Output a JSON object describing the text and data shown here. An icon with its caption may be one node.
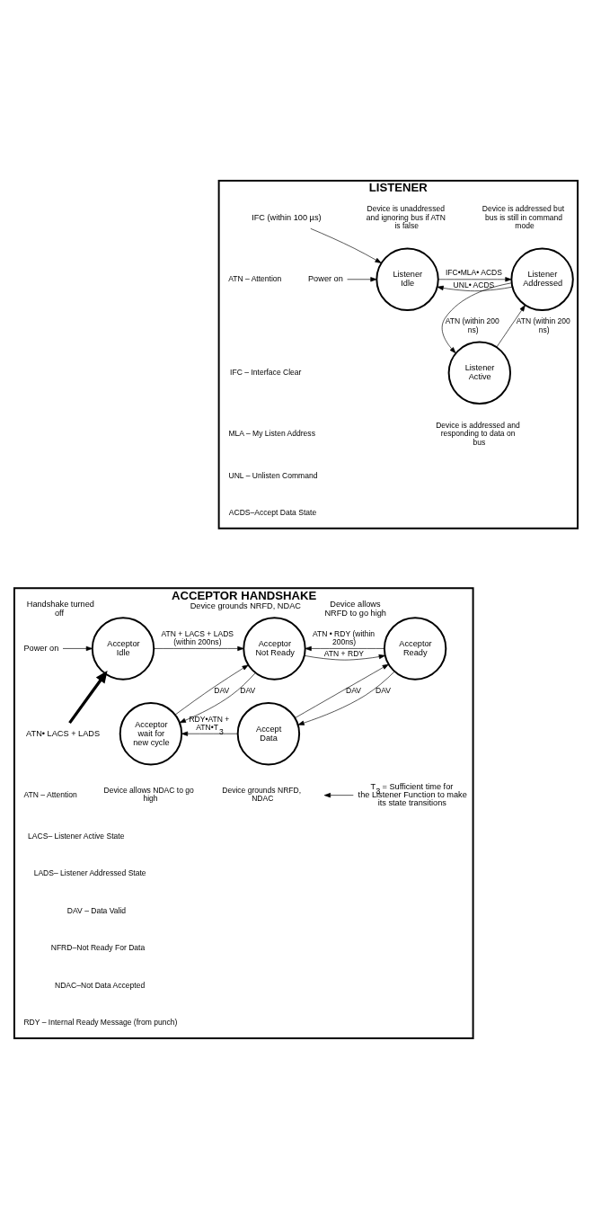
{
  "diagram": {
    "nodes": [
      {
        "text": [
          "LISTENER"
        ]
      },
      {
        "text": [
          "Listener Idle"
        ],
        "in": 0,
        "beside": [
          "Device is unaddressed and ignoring bus if ATN is false"
        ]
      },
      {
        "text": [
          "Listener Addressed"
        ],
        "in": 0,
        "beside": [
          "Device is addressed but bus is still in command mode"
        ]
      },
      {
        "text": [
          "Listener Active"
        ],
        "in": 0,
        "beside": [
          "Device is addressed and responding to data on bus"
        ]
      },
      {
        "text": [
          "Power on"
        ],
        "in": 0
      },
      {
        "text": [
          "IFC (within 100 µs)"
        ],
        "in": 0
      },
      {
        "text": [
          "ACCEPTOR HANDSHAKE",
          "Device grounds NRFD, NDAC"
        ]
      },
      {
        "text": [
          "Acceptor Idle"
        ],
        "in": 6,
        "beside": [
          "Handshake turned off"
        ]
      },
      {
        "text": [
          "Acceptor Not Ready"
        ],
        "in": 6
      },
      {
        "text": [
          "Acceptor Ready"
        ],
        "in": 6,
        "beside": [
          "Device allows NRFD to go high"
        ]
      },
      {
        "text": [
          "Acceptor wait for new cycle"
        ],
        "in": 6,
        "beside": [
          "Device allows NDAC to go high"
        ]
      },
      {
        "text": [
          "Accept Data"
        ],
        "in": 6,
        "beside": [
          "Device grounds NRFD, NDAC"
        ]
      },
      {
        "text": [
          "Power on"
        ],
        "in": 6
      },
      {
        "text": [
          "ATN• LACS + LADS"
        ],
        "in": 6
      },
      {
        "text": [
          "T$_{3}$ = Sufficient time for the Listener Function to make its state transitions"
        ],
        "in": 6
      }
    ],
    "edges": [
      {
        "from": 1,
        "to": 2,
        "arrow": "to",
        "label": "IFC•MLA• ACDS"
      },
      {
        "from": 2,
        "to": 1,
        "arrow": "to",
        "label": "UNL• ACDS"
      },
      {
        "from": 3,
        "to": 2,
        "arrow": "to",
        "label": "ATN (within 200 ns)"
      },
      {
        "from": 2,
        "to": 3,
        "arrow": "to",
        "label": "ATN (within 200 ns)"
      },
      {
        "from": 4,
        "to": 1,
        "arrow": "to"
      },
      {
        "from": 5,
        "to": 1,
        "arrow": "to"
      },
      {
        "from": 7,
        "to": 8,
        "arrow": "to",
        "label": "ATN + LACS + LADS (within 200ns)"
      },
      {
        "from": 8,
        "to": 9,
        "arrow": "to",
        "label": "ATN + RDY"
      },
      {
        "from": 9,
        "to": 8,
        "arrow": "to",
        "label": "ATN • RDY (within 200ns)"
      },
      {
        "from": 10,
        "to": 8,
        "arrow": "to",
        "label": "DAV"
      },
      {
        "from": 8,
        "to": 10,
        "arrow": "to",
        "label": "DAV"
      },
      {
        "from": 11,
        "to": 9,
        "arrow": "to",
        "label": "DAV"
      },
      {
        "from": 9,
        "to": 11,
        "arrow": "to",
        "label": "DAV"
      },
      {
        "from": 11,
        "to": 10,
        "arrow": "to",
        "label": "RDY•ATN + ATN•T$_{3}$"
      },
      {
        "from": 12,
        "to": 7,
        "arrow": "to"
      },
      {
        "from": 13,
        "to": 7,
        "arrow": "to",
        "style": "thick"
      },
      {
        "from": 14,
        "to": null,
        "arrow": "to"
      }
    ],
    "labels": [
      "ATN – Attention",
      "IFC – Interface Clear",
      "MLA – My Listen Address",
      "UNL – Unlisten Command",
      "ACDS–Accept Data State",
      "ATN – Attention",
      "LACS– Listener Active State",
      "LADS– Listener Addressed State",
      "DAV – Data Valid",
      "NFRD–Not Ready For Data",
      "NDAC–Not Data Accepted",
      "RDY – Internal Ready Message (from punch)"
    ]
  }
}
